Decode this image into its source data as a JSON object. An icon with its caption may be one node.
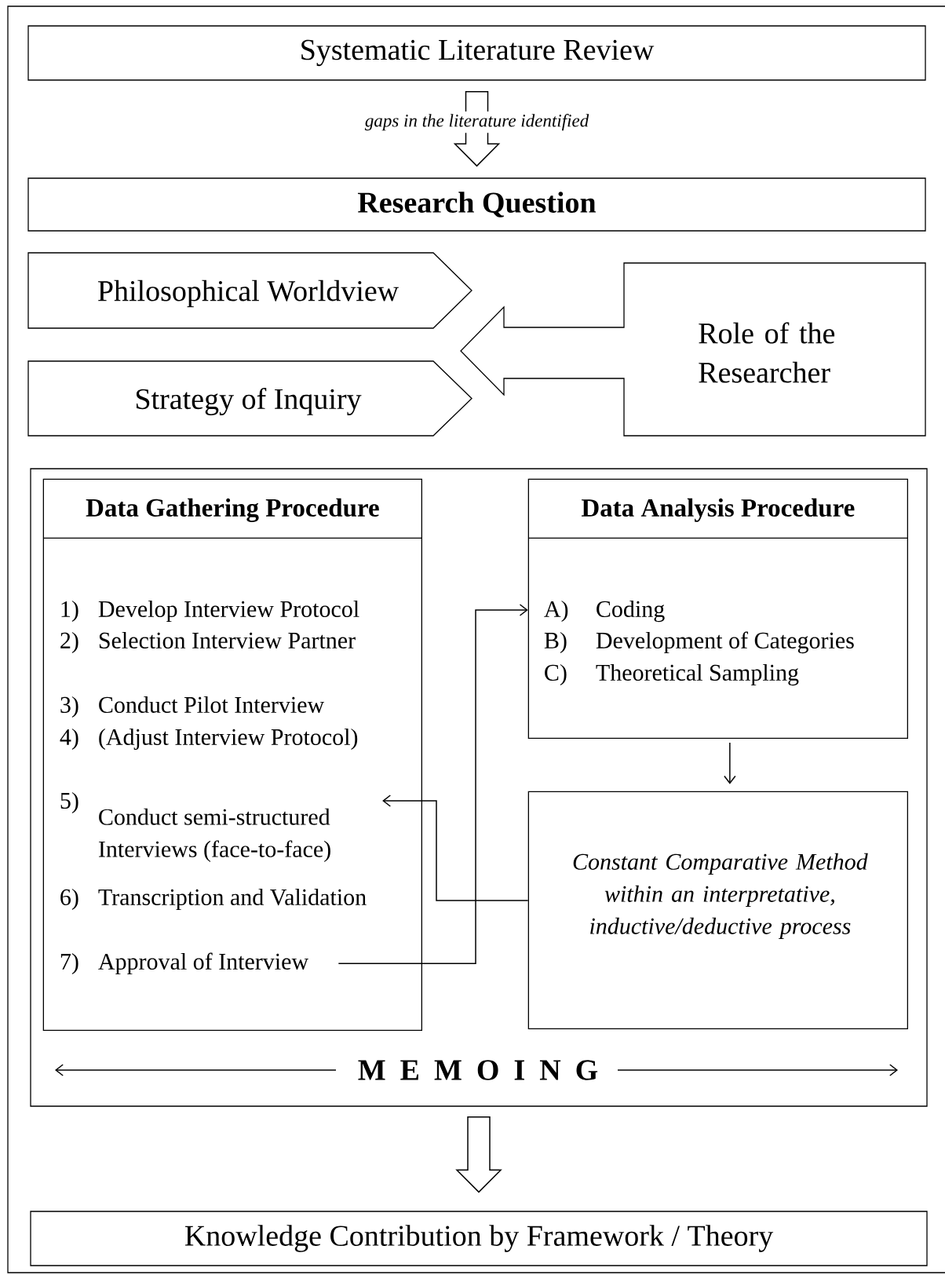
{
  "diagram": {
    "nodes": [
      {
        "text": [
          "Systematic Literature Review"
        ]
      },
      {
        "text": [
          "Research Question"
        ]
      },
      {
        "text": [
          "Philosophical Worldview"
        ]
      },
      {
        "text": [
          "Strategy of Inquiry"
        ]
      },
      {
        "text": [
          "Role of the Researcher"
        ]
      },
      {
        "text": [
          "M E M O I N G"
        ]
      },
      {
        "text": [
          "Data Gathering Procedure"
        ],
        "in": 5
      },
      {
        "text": [
          "1)",
          "Develop Interview Protocol"
        ],
        "in": 6
      },
      {
        "text": [
          "2)",
          "Selection Interview Partner"
        ],
        "in": 6
      },
      {
        "text": [
          "3)",
          "Conduct Pilot Interview"
        ],
        "in": 6
      },
      {
        "text": [
          "4)",
          "(Adjust Interview Protocol)"
        ],
        "in": 6
      },
      {
        "text": [
          "5)",
          "Conduct semi-structured Interviews (face-to-face)"
        ],
        "in": 6
      },
      {
        "text": [
          "6)",
          "Transcription and Validation"
        ],
        "in": 6
      },
      {
        "text": [
          "7)",
          "Approval of Interview"
        ],
        "in": 6
      },
      {
        "text": [
          "Data Analysis Procedure"
        ],
        "in": 5
      },
      {
        "text": [
          "A)",
          "Coding"
        ],
        "in": 14
      },
      {
        "text": [
          "B)",
          "Development of Categories"
        ],
        "in": 14
      },
      {
        "text": [
          "C)",
          "Theoretical Sampling"
        ],
        "in": 14
      },
      {
        "text": [
          "Constant Comparative Method within an interpretative, inductive/deductive process"
        ],
        "in": 5
      },
      {
        "text": [
          "Knowledge Contribution by Framework / Theory"
        ]
      }
    ],
    "edges": [
      {
        "from": 0,
        "to": 1,
        "arrow": "to",
        "label": "gaps in the literature identified",
        "style": "thick"
      },
      {
        "from": 5,
        "to": 19,
        "arrow": "to",
        "style": "thick"
      },
      {
        "from": 13,
        "to": 14,
        "arrow": "to"
      },
      {
        "from": 18,
        "to": 11,
        "arrow": "to"
      },
      {
        "from": 14,
        "to": 18,
        "arrow": "to"
      }
    ]
  }
}
